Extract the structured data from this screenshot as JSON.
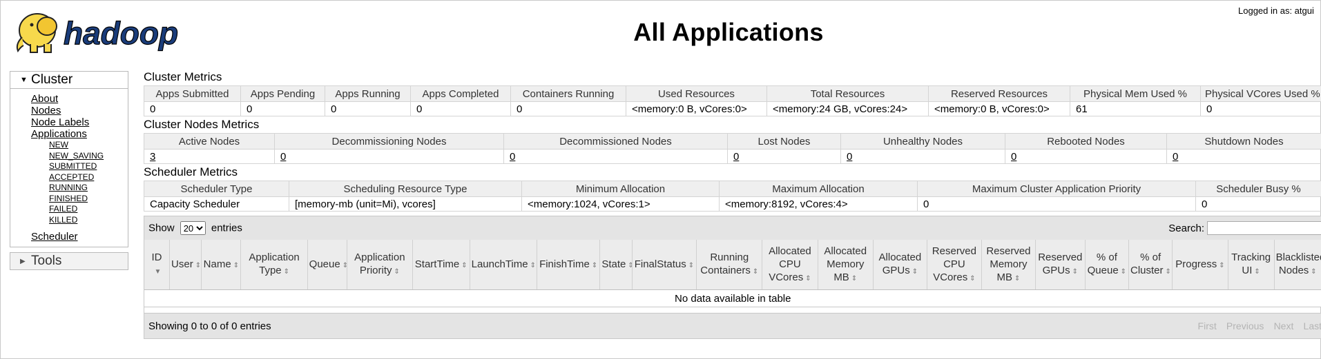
{
  "header": {
    "logo_text": "hadoop",
    "title": "All Applications",
    "logged_in": "Logged in as: atgui"
  },
  "nav": {
    "cluster_label": "Cluster",
    "cluster_links": [
      "About",
      "Nodes",
      "Node Labels",
      "Applications"
    ],
    "app_states": [
      "NEW",
      "NEW_SAVING",
      "SUBMITTED",
      "ACCEPTED",
      "RUNNING",
      "FINISHED",
      "FAILED",
      "KILLED"
    ],
    "scheduler_link": "Scheduler",
    "tools_label": "Tools"
  },
  "cluster_metrics": {
    "title": "Cluster Metrics",
    "headers": [
      "Apps Submitted",
      "Apps Pending",
      "Apps Running",
      "Apps Completed",
      "Containers Running",
      "Used Resources",
      "Total Resources",
      "Reserved Resources",
      "Physical Mem Used %",
      "Physical VCores Used %"
    ],
    "values": [
      "0",
      "0",
      "0",
      "0",
      "0",
      "<memory:0 B, vCores:0>",
      "<memory:24 GB, vCores:24>",
      "<memory:0 B, vCores:0>",
      "61",
      "0"
    ]
  },
  "node_metrics": {
    "title": "Cluster Nodes Metrics",
    "headers": [
      "Active Nodes",
      "Decommissioning Nodes",
      "Decommissioned Nodes",
      "Lost Nodes",
      "Unhealthy Nodes",
      "Rebooted Nodes",
      "Shutdown Nodes"
    ],
    "values": [
      "3",
      "0",
      "0",
      "0",
      "0",
      "0",
      "0"
    ]
  },
  "scheduler_metrics": {
    "title": "Scheduler Metrics",
    "headers": [
      "Scheduler Type",
      "Scheduling Resource Type",
      "Minimum Allocation",
      "Maximum Allocation",
      "Maximum Cluster Application Priority",
      "Scheduler Busy %"
    ],
    "values": [
      "Capacity Scheduler",
      "[memory-mb (unit=Mi), vcores]",
      "<memory:1024, vCores:1>",
      "<memory:8192, vCores:4>",
      "0",
      "0"
    ]
  },
  "apps_table": {
    "show_label": "Show",
    "entries_label": "entries",
    "page_size": "20",
    "search_label": "Search:",
    "columns": [
      "ID",
      "User",
      "Name",
      "Application Type",
      "Queue",
      "Application Priority",
      "StartTime",
      "LaunchTime",
      "FinishTime",
      "State",
      "FinalStatus",
      "Running Containers",
      "Allocated CPU VCores",
      "Allocated Memory MB",
      "Allocated GPUs",
      "Reserved CPU VCores",
      "Reserved Memory MB",
      "Reserved GPUs",
      "% of Queue",
      "% of Cluster",
      "Progress",
      "Tracking UI",
      "Blacklisted Nodes"
    ],
    "empty_message": "No data available in table",
    "info": "Showing 0 to 0 of 0 entries",
    "pager": [
      "First",
      "Previous",
      "Next",
      "Last"
    ]
  }
}
